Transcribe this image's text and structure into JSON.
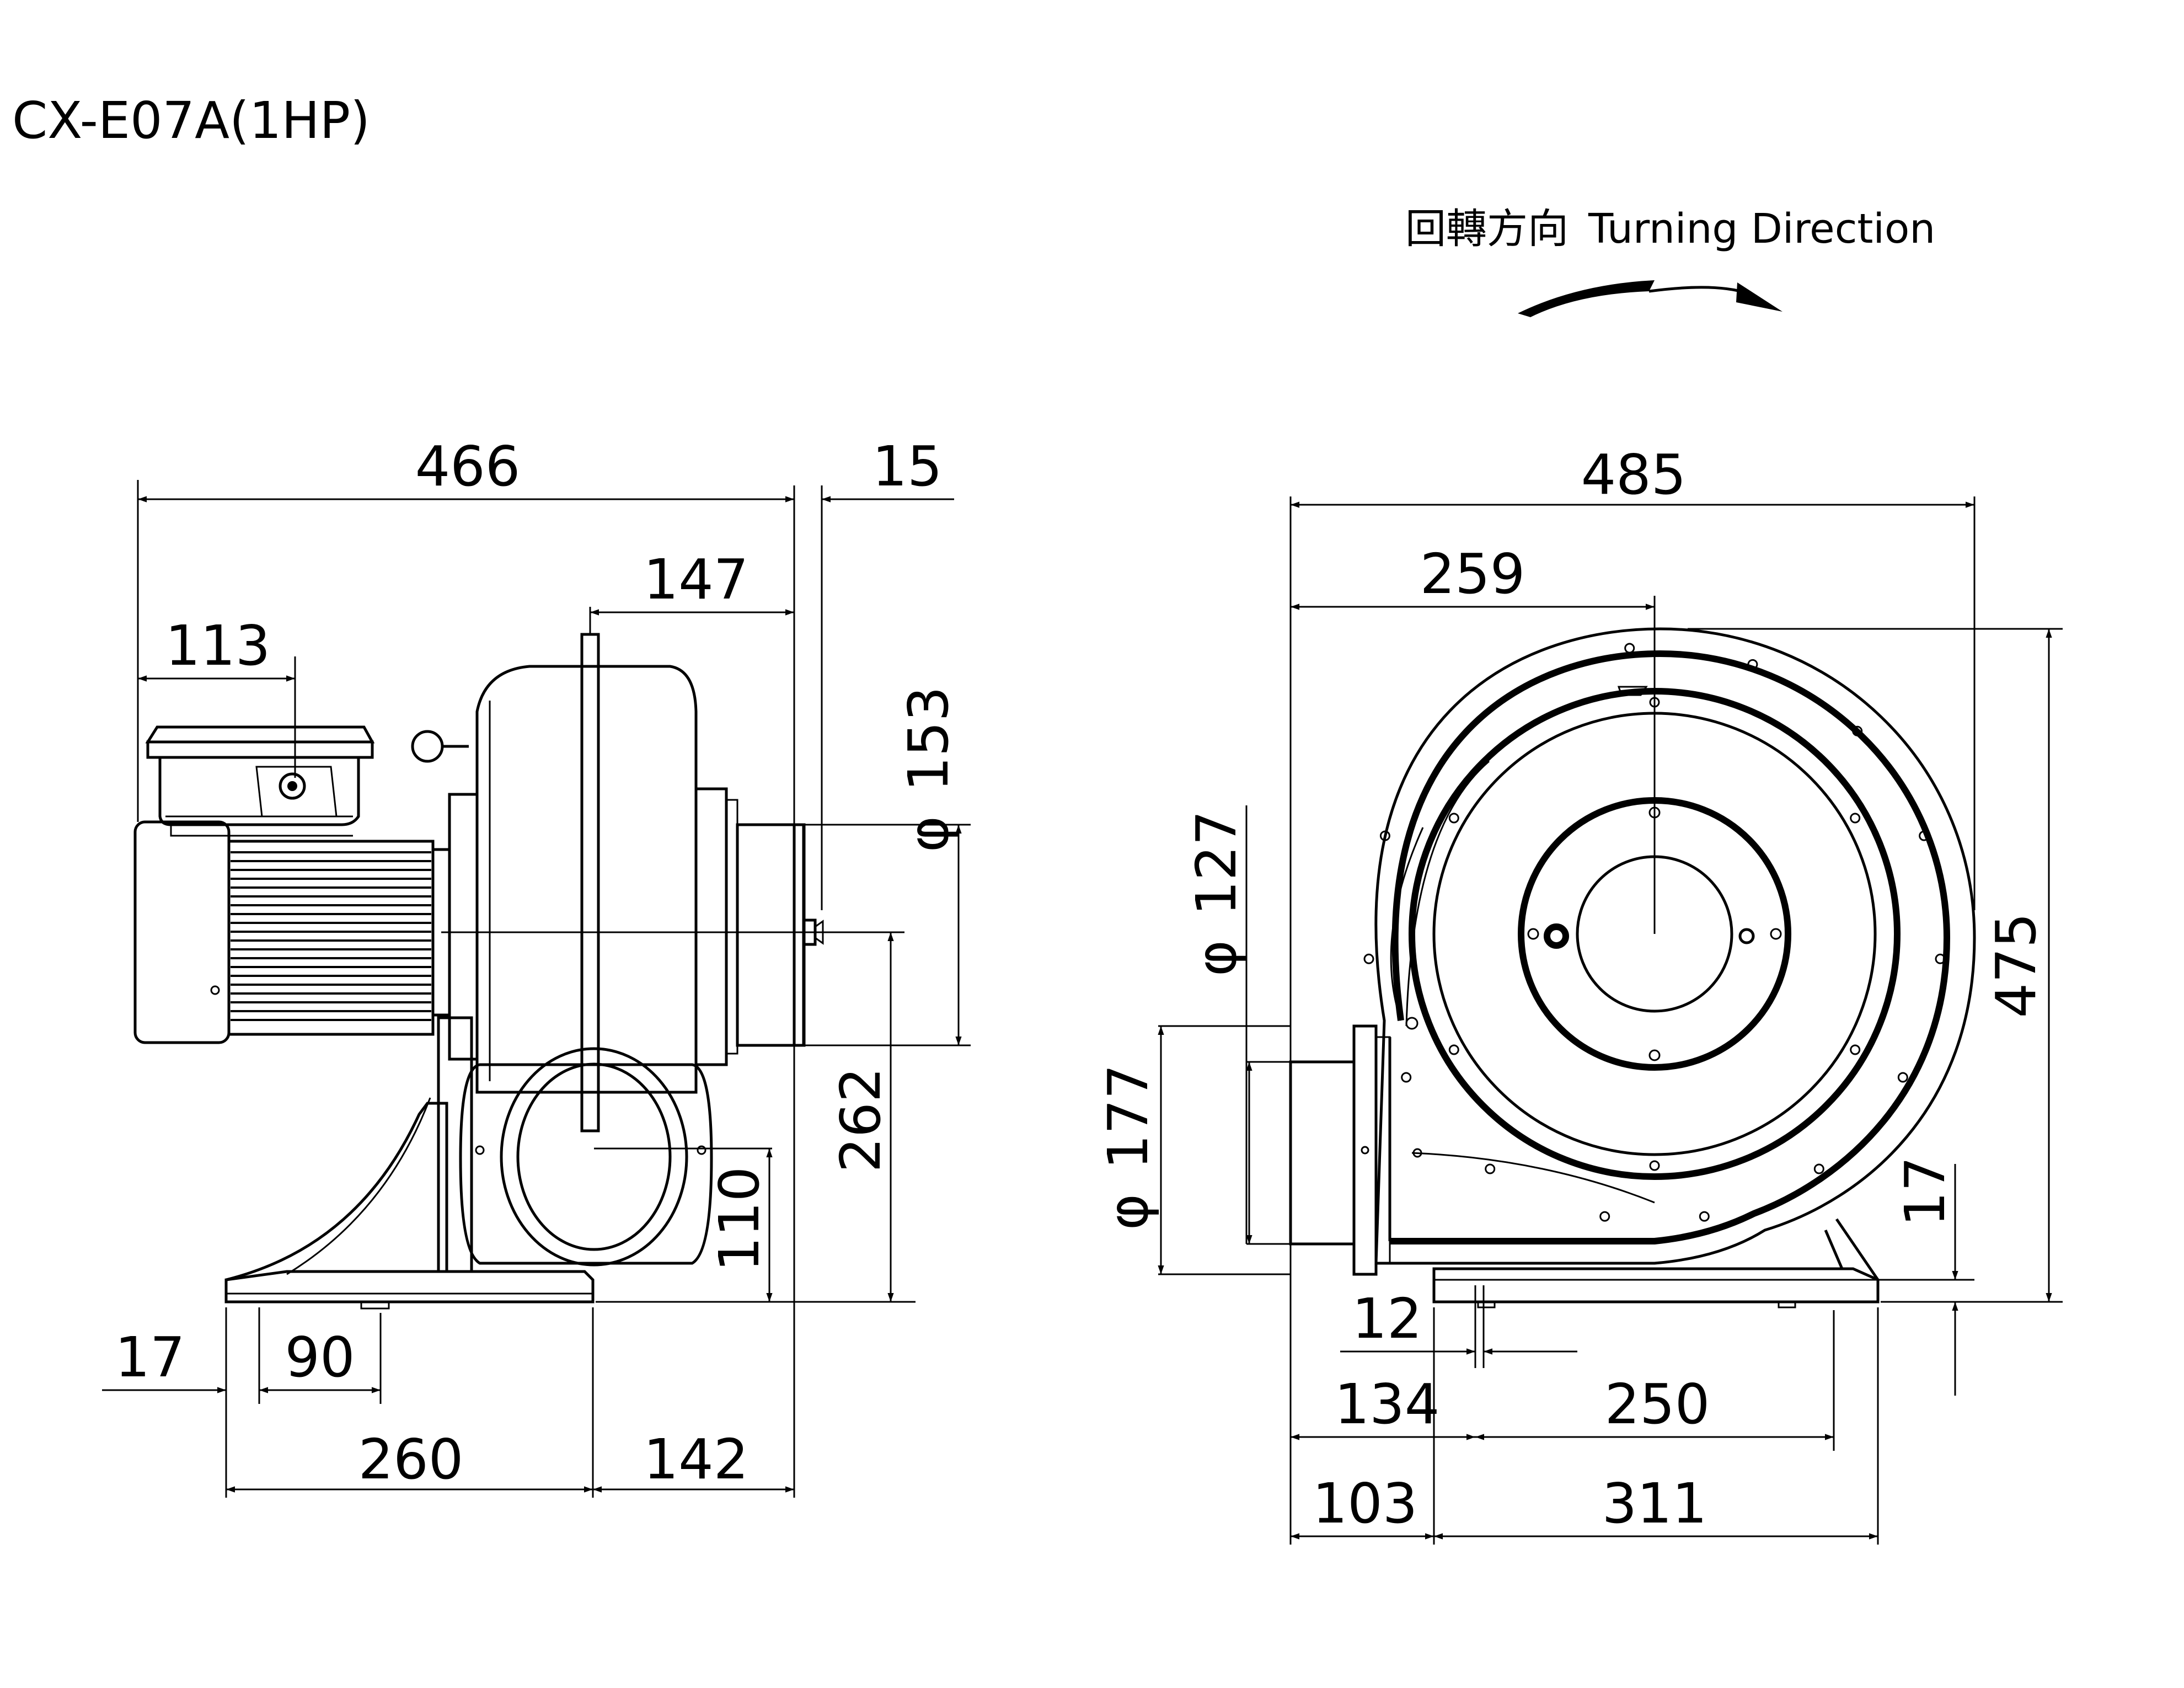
{
  "model_title": "CX-E07A(1HP)",
  "turning_direction": {
    "label_cn": "回轉方向",
    "label_en": "Turning Direction"
  },
  "side_view": {
    "overall_length": "466",
    "flange_thickness": "15",
    "outlet_offset": "147",
    "motor_box_offset": "113",
    "outlet_diameter": "153",
    "diameter_symbol": "φ",
    "outlet_center_height": "262",
    "inlet_center_height": "110",
    "base_margin": "17",
    "base_hole_spacing": "90",
    "base_length": "260",
    "outlet_to_base": "142"
  },
  "front_view": {
    "overall_width": "485",
    "inlet_center_offset": "259",
    "overall_height": "475",
    "inlet_diameter": "127",
    "outlet_diameter": "177",
    "diameter_symbol": "φ",
    "foot_height": "17",
    "slot_width": "12",
    "base_offset_a": "134",
    "base_hole_spacing": "250",
    "base_offset_b": "103",
    "base_length": "311"
  }
}
